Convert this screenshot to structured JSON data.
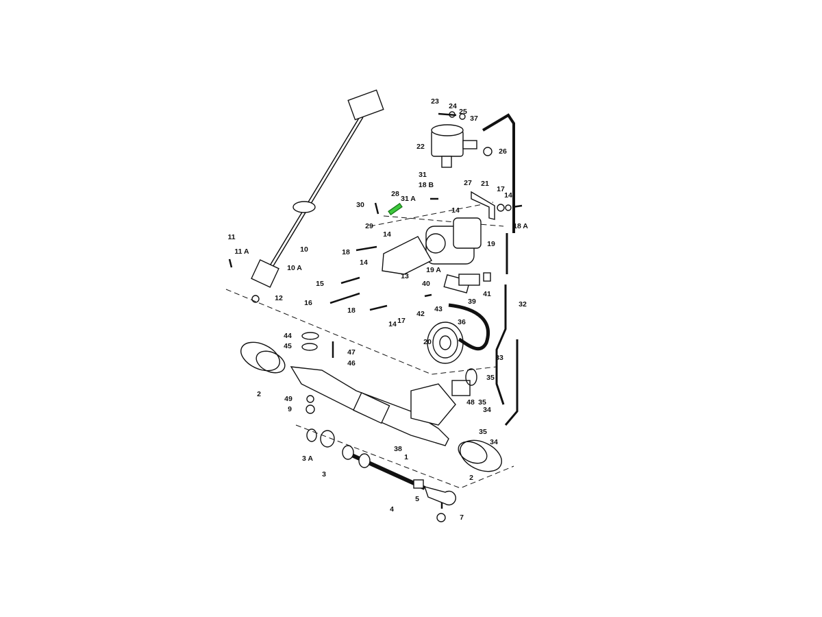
{
  "diagram": {
    "highlight_color": "#3cc83c",
    "highlighted_part": "28",
    "callouts": [
      "23",
      "24",
      "25",
      "37",
      "22",
      "26",
      "31",
      "27",
      "21",
      "17",
      "14",
      "18 A",
      "18 B",
      "28",
      "31 A",
      "30",
      "14",
      "29",
      "14",
      "19",
      "18",
      "19 A",
      "14",
      "13",
      "15",
      "40",
      "41",
      "39",
      "32",
      "16",
      "18",
      "14",
      "17",
      "42",
      "43",
      "36",
      "20",
      "33",
      "44",
      "45",
      "47",
      "46",
      "35",
      "2",
      "48",
      "35",
      "49",
      "9",
      "34",
      "35",
      "38",
      "1",
      "34",
      "3 A",
      "2",
      "3",
      "5",
      "4",
      "7",
      "11",
      "11 A",
      "10",
      "10 A",
      "12"
    ]
  }
}
